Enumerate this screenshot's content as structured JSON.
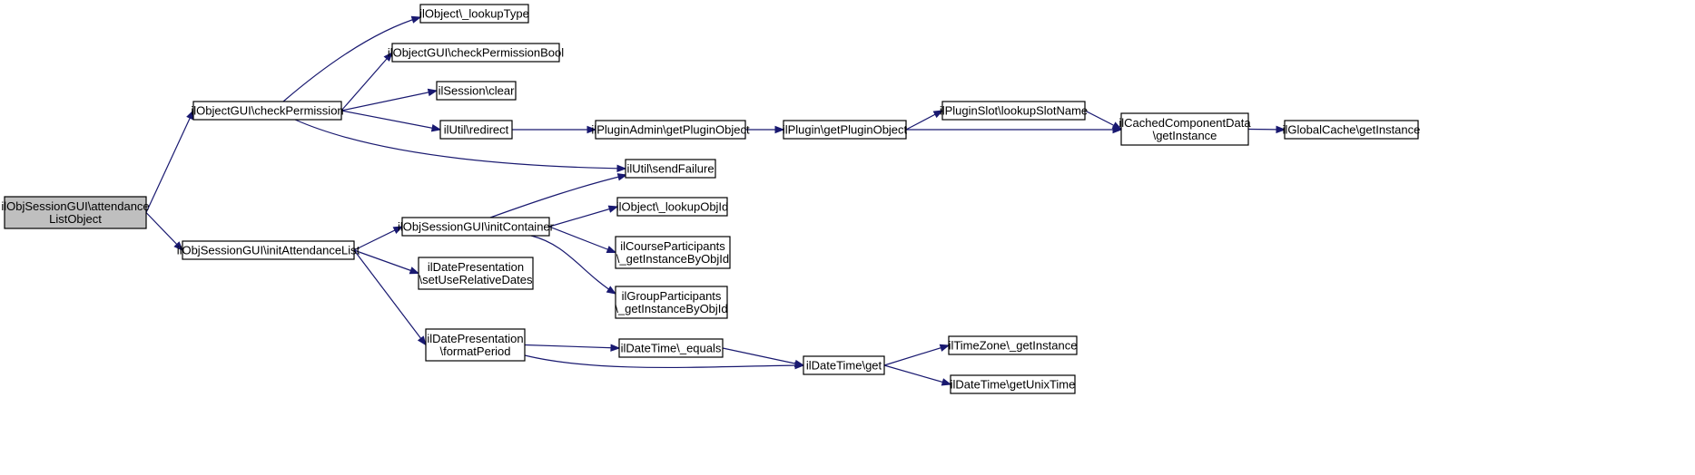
{
  "nodes": [
    {
      "id": "n0",
      "lines": [
        "ilObjSessionGUI\\attendance",
        "ListObject"
      ],
      "root": true
    },
    {
      "id": "n1",
      "lines": [
        "ilObjectGUI\\checkPermission"
      ]
    },
    {
      "id": "n2",
      "lines": [
        "ilObjSessionGUI\\initAttendanceList"
      ]
    },
    {
      "id": "n3",
      "lines": [
        "ilObject\\_lookupType"
      ]
    },
    {
      "id": "n4",
      "lines": [
        "ilObjectGUI\\checkPermissionBool"
      ]
    },
    {
      "id": "n5",
      "lines": [
        "ilSession\\clear"
      ]
    },
    {
      "id": "n6",
      "lines": [
        "ilUtil\\redirect"
      ]
    },
    {
      "id": "n7",
      "lines": [
        "ilUtil\\sendFailure"
      ]
    },
    {
      "id": "n8",
      "lines": [
        "ilObjSessionGUI\\initContainer"
      ]
    },
    {
      "id": "n9",
      "lines": [
        "ilDatePresentation",
        "\\setUseRelativeDates"
      ]
    },
    {
      "id": "n10",
      "lines": [
        "ilDatePresentation",
        "\\formatPeriod"
      ]
    },
    {
      "id": "n11",
      "lines": [
        "ilPluginAdmin\\getPluginObject"
      ]
    },
    {
      "id": "n12",
      "lines": [
        "ilPlugin\\getPluginObject"
      ]
    },
    {
      "id": "n13",
      "lines": [
        "ilPluginSlot\\lookupSlotName"
      ]
    },
    {
      "id": "n14",
      "lines": [
        "ilCachedComponentData",
        "\\getInstance"
      ]
    },
    {
      "id": "n15",
      "lines": [
        "ilGlobalCache\\getInstance"
      ]
    },
    {
      "id": "n16",
      "lines": [
        "ilObject\\_lookupObjId"
      ]
    },
    {
      "id": "n17",
      "lines": [
        "ilCourseParticipants",
        "\\_getInstanceByObjId"
      ]
    },
    {
      "id": "n18",
      "lines": [
        "ilGroupParticipants",
        "\\_getInstanceByObjId"
      ]
    },
    {
      "id": "n19",
      "lines": [
        "ilDateTime\\_equals"
      ]
    },
    {
      "id": "n20",
      "lines": [
        "ilDateTime\\get"
      ]
    },
    {
      "id": "n21",
      "lines": [
        "ilTimeZone\\_getInstance"
      ]
    },
    {
      "id": "n22",
      "lines": [
        "ilDateTime\\getUnixTime"
      ]
    }
  ],
  "edges": [
    [
      "n0",
      "n1"
    ],
    [
      "n0",
      "n2"
    ],
    [
      "n1",
      "n3"
    ],
    [
      "n1",
      "n4"
    ],
    [
      "n1",
      "n5"
    ],
    [
      "n1",
      "n6"
    ],
    [
      "n1",
      "n7"
    ],
    [
      "n2",
      "n8"
    ],
    [
      "n2",
      "n9"
    ],
    [
      "n2",
      "n10"
    ],
    [
      "n6",
      "n11"
    ],
    [
      "n11",
      "n12"
    ],
    [
      "n12",
      "n13"
    ],
    [
      "n12",
      "n14"
    ],
    [
      "n13",
      "n14"
    ],
    [
      "n14",
      "n15"
    ],
    [
      "n8",
      "n7"
    ],
    [
      "n8",
      "n16"
    ],
    [
      "n8",
      "n17"
    ],
    [
      "n8",
      "n18"
    ],
    [
      "n10",
      "n19"
    ],
    [
      "n10",
      "n20"
    ],
    [
      "n19",
      "n20"
    ],
    [
      "n20",
      "n21"
    ],
    [
      "n20",
      "n22"
    ]
  ],
  "colors": {
    "edge": "#191970",
    "node_border": "#000000",
    "node_fill": "#ffffff",
    "root_fill": "#bfbfbf"
  }
}
